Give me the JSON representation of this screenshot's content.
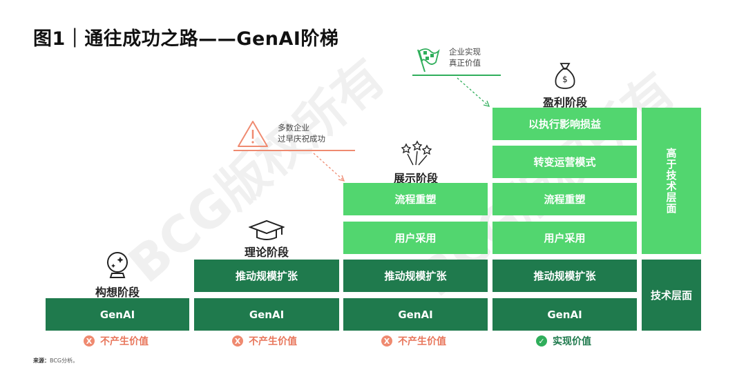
{
  "title": "图1｜通往成功之路——GenAI阶梯",
  "watermark": "BCG版权所有",
  "stages": [
    {
      "name": "构想阶段",
      "icon": "crystal-ball-icon"
    },
    {
      "name": "理论阶段",
      "icon": "graduation-cap-icon"
    },
    {
      "name": "展示阶段",
      "icon": "fireworks-icon"
    },
    {
      "name": "盈利阶段",
      "icon": "money-bag-icon"
    }
  ],
  "blocks": {
    "genai": "GenAI",
    "scale": "推动规模扩张",
    "user_adoption": "用户采用",
    "process": "流程重塑",
    "transform": "转变运营模式",
    "loss": "以执行影响损益"
  },
  "side": {
    "upper": "高于技术层面",
    "lower": "技术层面"
  },
  "notes": {
    "early": "多数企业\n过早庆祝成功",
    "real": "企业实现\n真正价值"
  },
  "results": {
    "no_value": "不产生价值",
    "value": "实现价值",
    "no_symbol": "X",
    "yes_symbol": "✓"
  },
  "source": {
    "label": "来源：",
    "text": "BCG分析。"
  },
  "colors": {
    "dark_green": "#1f7a4d",
    "light_green": "#52d66f",
    "bad": "#e8765b",
    "good_check": "#2fae5b"
  }
}
